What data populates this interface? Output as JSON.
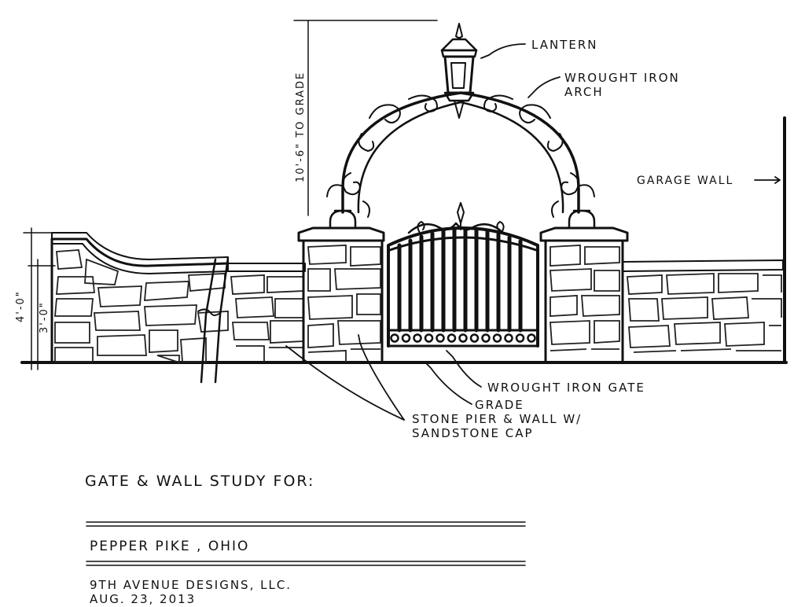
{
  "labels": {
    "lantern": "LANTERN",
    "arch_line1": "WROUGHT IRON",
    "arch_line2": "ARCH",
    "garage_wall": "GARAGE WALL",
    "height_dim": "10'-6\" TO GRADE",
    "dim_4ft": "4'-0\"",
    "dim_3ft": "3'-0\"",
    "gate": "WROUGHT IRON GATE",
    "grade": "GRADE",
    "stone_line1": "STONE PIER & WALL W/",
    "stone_line2": "SANDSTONE CAP"
  },
  "title_block": {
    "title": "GATE & WALL STUDY FOR:",
    "location": "PEPPER PIKE , OHIO",
    "firm": "9TH AVENUE DESIGNS, LLC.",
    "date": "AUG. 23, 2013"
  }
}
